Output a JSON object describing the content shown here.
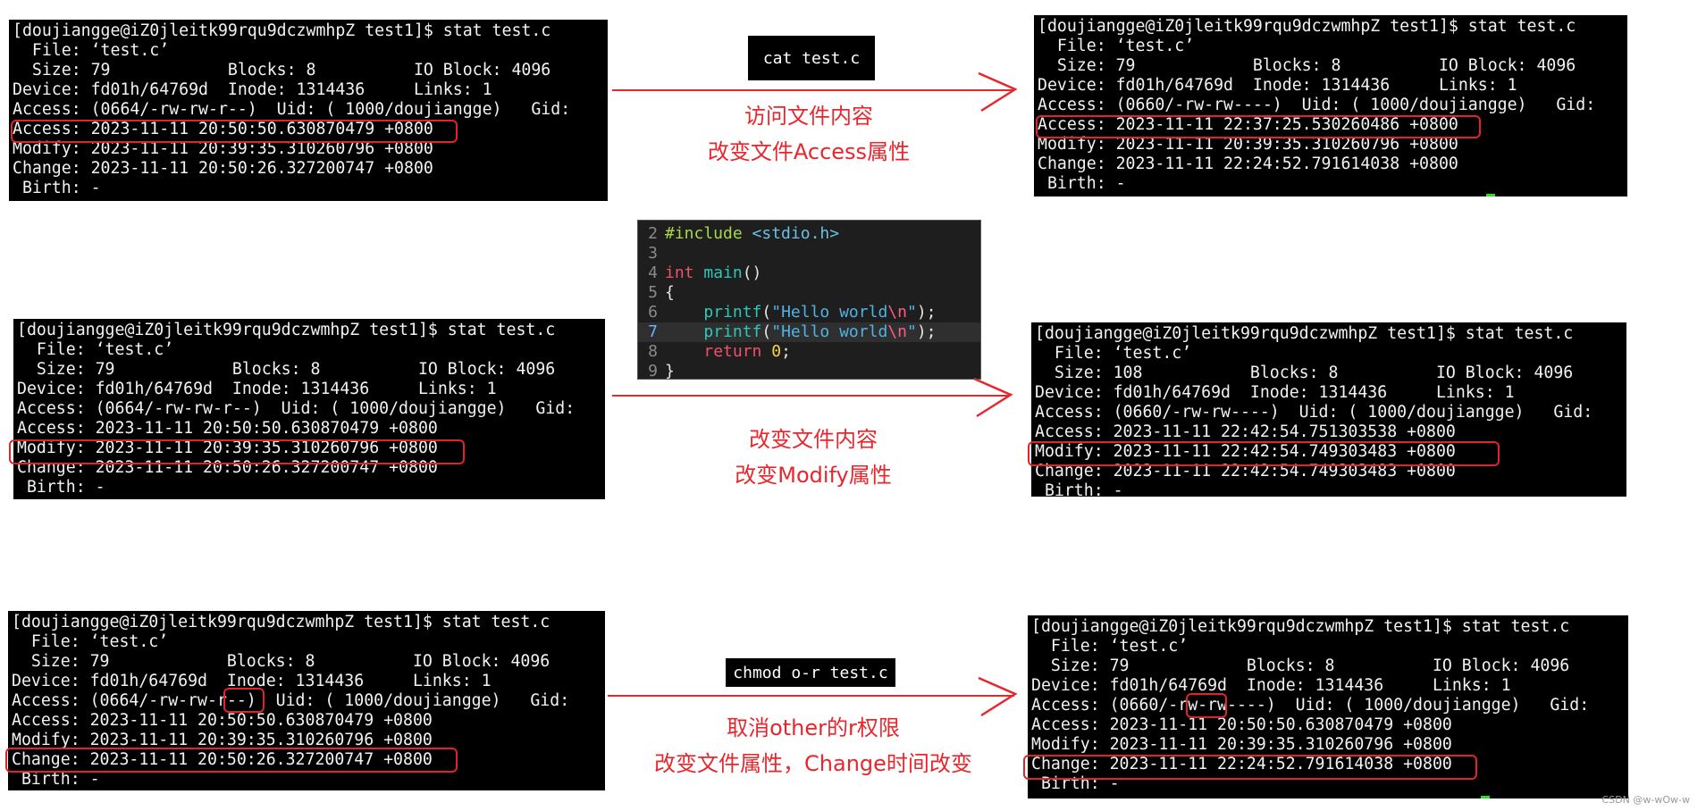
{
  "colors": {
    "accent_red": "#e8262d",
    "terminal_bg": "#000000",
    "terminal_fg": "#f2f2f2",
    "editor_bg": "#1e1e1e"
  },
  "terminals": {
    "top_left": {
      "lines": [
        "[doujiangge@iZ0jleitk99rqu9dczwmhpZ test1]$ stat test.c",
        "  File: ‘test.c’",
        "  Size: 79            Blocks: 8          IO Block: 4096",
        "Device: fd01h/64769d  Inode: 1314436     Links: 1",
        "Access: (0664/-rw-rw-r--)  Uid: ( 1000/doujiangge)   Gid:",
        "Access: 2023-11-11 20:50:50.630870479 +0800",
        "Modify: 2023-11-11 20:39:35.310260796 +0800",
        "Change: 2023-11-11 20:50:26.327200747 +0800",
        " Birth: -"
      ]
    },
    "top_right": {
      "lines": [
        "[doujiangge@iZ0jleitk99rqu9dczwmhpZ test1]$ stat test.c",
        "  File: ‘test.c’",
        "  Size: 79            Blocks: 8          IO Block: 4096",
        "Device: fd01h/64769d  Inode: 1314436     Links: 1",
        "Access: (0660/-rw-rw----)  Uid: ( 1000/doujiangge)   Gid:",
        "Access: 2023-11-11 22:37:25.530260486 +0800",
        "Modify: 2023-11-11 20:39:35.310260796 +0800",
        "Change: 2023-11-11 22:24:52.791614038 +0800",
        " Birth: -"
      ]
    },
    "middle_left": {
      "lines": [
        "[doujiangge@iZ0jleitk99rqu9dczwmhpZ test1]$ stat test.c",
        "  File: ‘test.c’",
        "  Size: 79            Blocks: 8          IO Block: 4096",
        "Device: fd01h/64769d  Inode: 1314436     Links: 1",
        "Access: (0664/-rw-rw-r--)  Uid: ( 1000/doujiangge)   Gid:",
        "Access: 2023-11-11 20:50:50.630870479 +0800",
        "Modify: 2023-11-11 20:39:35.310260796 +0800",
        "Change: 2023-11-11 20:50:26.327200747 +0800",
        " Birth: -"
      ]
    },
    "middle_right": {
      "lines": [
        "[doujiangge@iZ0jleitk99rqu9dczwmhpZ test1]$ stat test.c",
        "  File: ‘test.c’",
        "  Size: 108           Blocks: 8          IO Block: 4096",
        "Device: fd01h/64769d  Inode: 1314436     Links: 1",
        "Access: (0660/-rw-rw----)  Uid: ( 1000/doujiangge)   Gid:",
        "Access: 2023-11-11 22:42:54.751303538 +0800",
        "Modify: 2023-11-11 22:42:54.749303483 +0800",
        "Change: 2023-11-11 22:42:54.749303483 +0800",
        " Birth: -"
      ]
    },
    "bottom_left": {
      "lines": [
        "[doujiangge@iZ0jleitk99rqu9dczwmhpZ test1]$ stat test.c",
        "  File: ‘test.c’",
        "  Size: 79            Blocks: 8          IO Block: 4096",
        "Device: fd01h/64769d  Inode: 1314436     Links: 1",
        "Access: (0664/-rw-rw-r--)  Uid: ( 1000/doujiangge)   Gid:",
        "Access: 2023-11-11 20:50:50.630870479 +0800",
        "Modify: 2023-11-11 20:39:35.310260796 +0800",
        "Change: 2023-11-11 20:50:26.327200747 +0800",
        " Birth: -"
      ]
    },
    "bottom_right": {
      "lines": [
        "[doujiangge@iZ0jleitk99rqu9dczwmhpZ test1]$ stat test.c",
        "  File: ‘test.c’",
        "  Size: 79            Blocks: 8          IO Block: 4096",
        "Device: fd01h/64769d  Inode: 1314436     Links: 1",
        "Access: (0660/-rw-rw----)  Uid: ( 1000/doujiangge)   Gid:",
        "Access: 2023-11-11 20:50:50.630870479 +0800",
        "Modify: 2023-11-11 20:39:35.310260796 +0800",
        "Change: 2023-11-11 22:24:52.791614038 +0800",
        " Birth: -"
      ]
    }
  },
  "commands": {
    "cat": "cat test.c",
    "chmod": "chmod o-r test.c"
  },
  "notes": {
    "access_line1": "访问文件内容",
    "access_line2": "改变文件Access属性",
    "modify_line1": "改变文件内容",
    "modify_line2": "改变Modify属性",
    "change_line1": "取消other的r权限",
    "change_line2": "改变文件属性，Change时间改变"
  },
  "code_editor": {
    "lines": [
      {
        "num": "2",
        "parts": [
          [
            "c-pre",
            "#include "
          ],
          [
            "c-inc",
            "<stdio.h>"
          ]
        ]
      },
      {
        "num": "3",
        "parts": []
      },
      {
        "num": "4",
        "parts": [
          [
            "c-kw",
            "int "
          ],
          [
            "c-fn",
            "main"
          ],
          [
            "c-pun",
            "()"
          ]
        ]
      },
      {
        "num": "5",
        "parts": [
          [
            "c-pun",
            "{"
          ]
        ]
      },
      {
        "num": "6",
        "parts": [
          [
            "c-pun",
            "    "
          ],
          [
            "c-fn",
            "printf"
          ],
          [
            "c-pun",
            "("
          ],
          [
            "c-str",
            "\"Hello world"
          ],
          [
            "c-esc",
            "\\n"
          ],
          [
            "c-str",
            "\""
          ],
          [
            "c-pun",
            ");"
          ]
        ]
      },
      {
        "num": "7",
        "current": true,
        "parts": [
          [
            "c-pun",
            "    "
          ],
          [
            "c-fn",
            "printf"
          ],
          [
            "c-pun",
            "("
          ],
          [
            "c-str",
            "\"Hello world"
          ],
          [
            "c-esc",
            "\\n"
          ],
          [
            "c-str",
            "\""
          ],
          [
            "c-pun",
            ");"
          ]
        ]
      },
      {
        "num": "8",
        "parts": [
          [
            "c-pun",
            "    "
          ],
          [
            "c-kw",
            "return "
          ],
          [
            "c-num",
            "0"
          ],
          [
            "c-pun",
            ";"
          ]
        ]
      },
      {
        "num": "9",
        "parts": [
          [
            "c-pun",
            "}"
          ]
        ]
      }
    ]
  },
  "watermark": "CSDN @w-wOw-w"
}
